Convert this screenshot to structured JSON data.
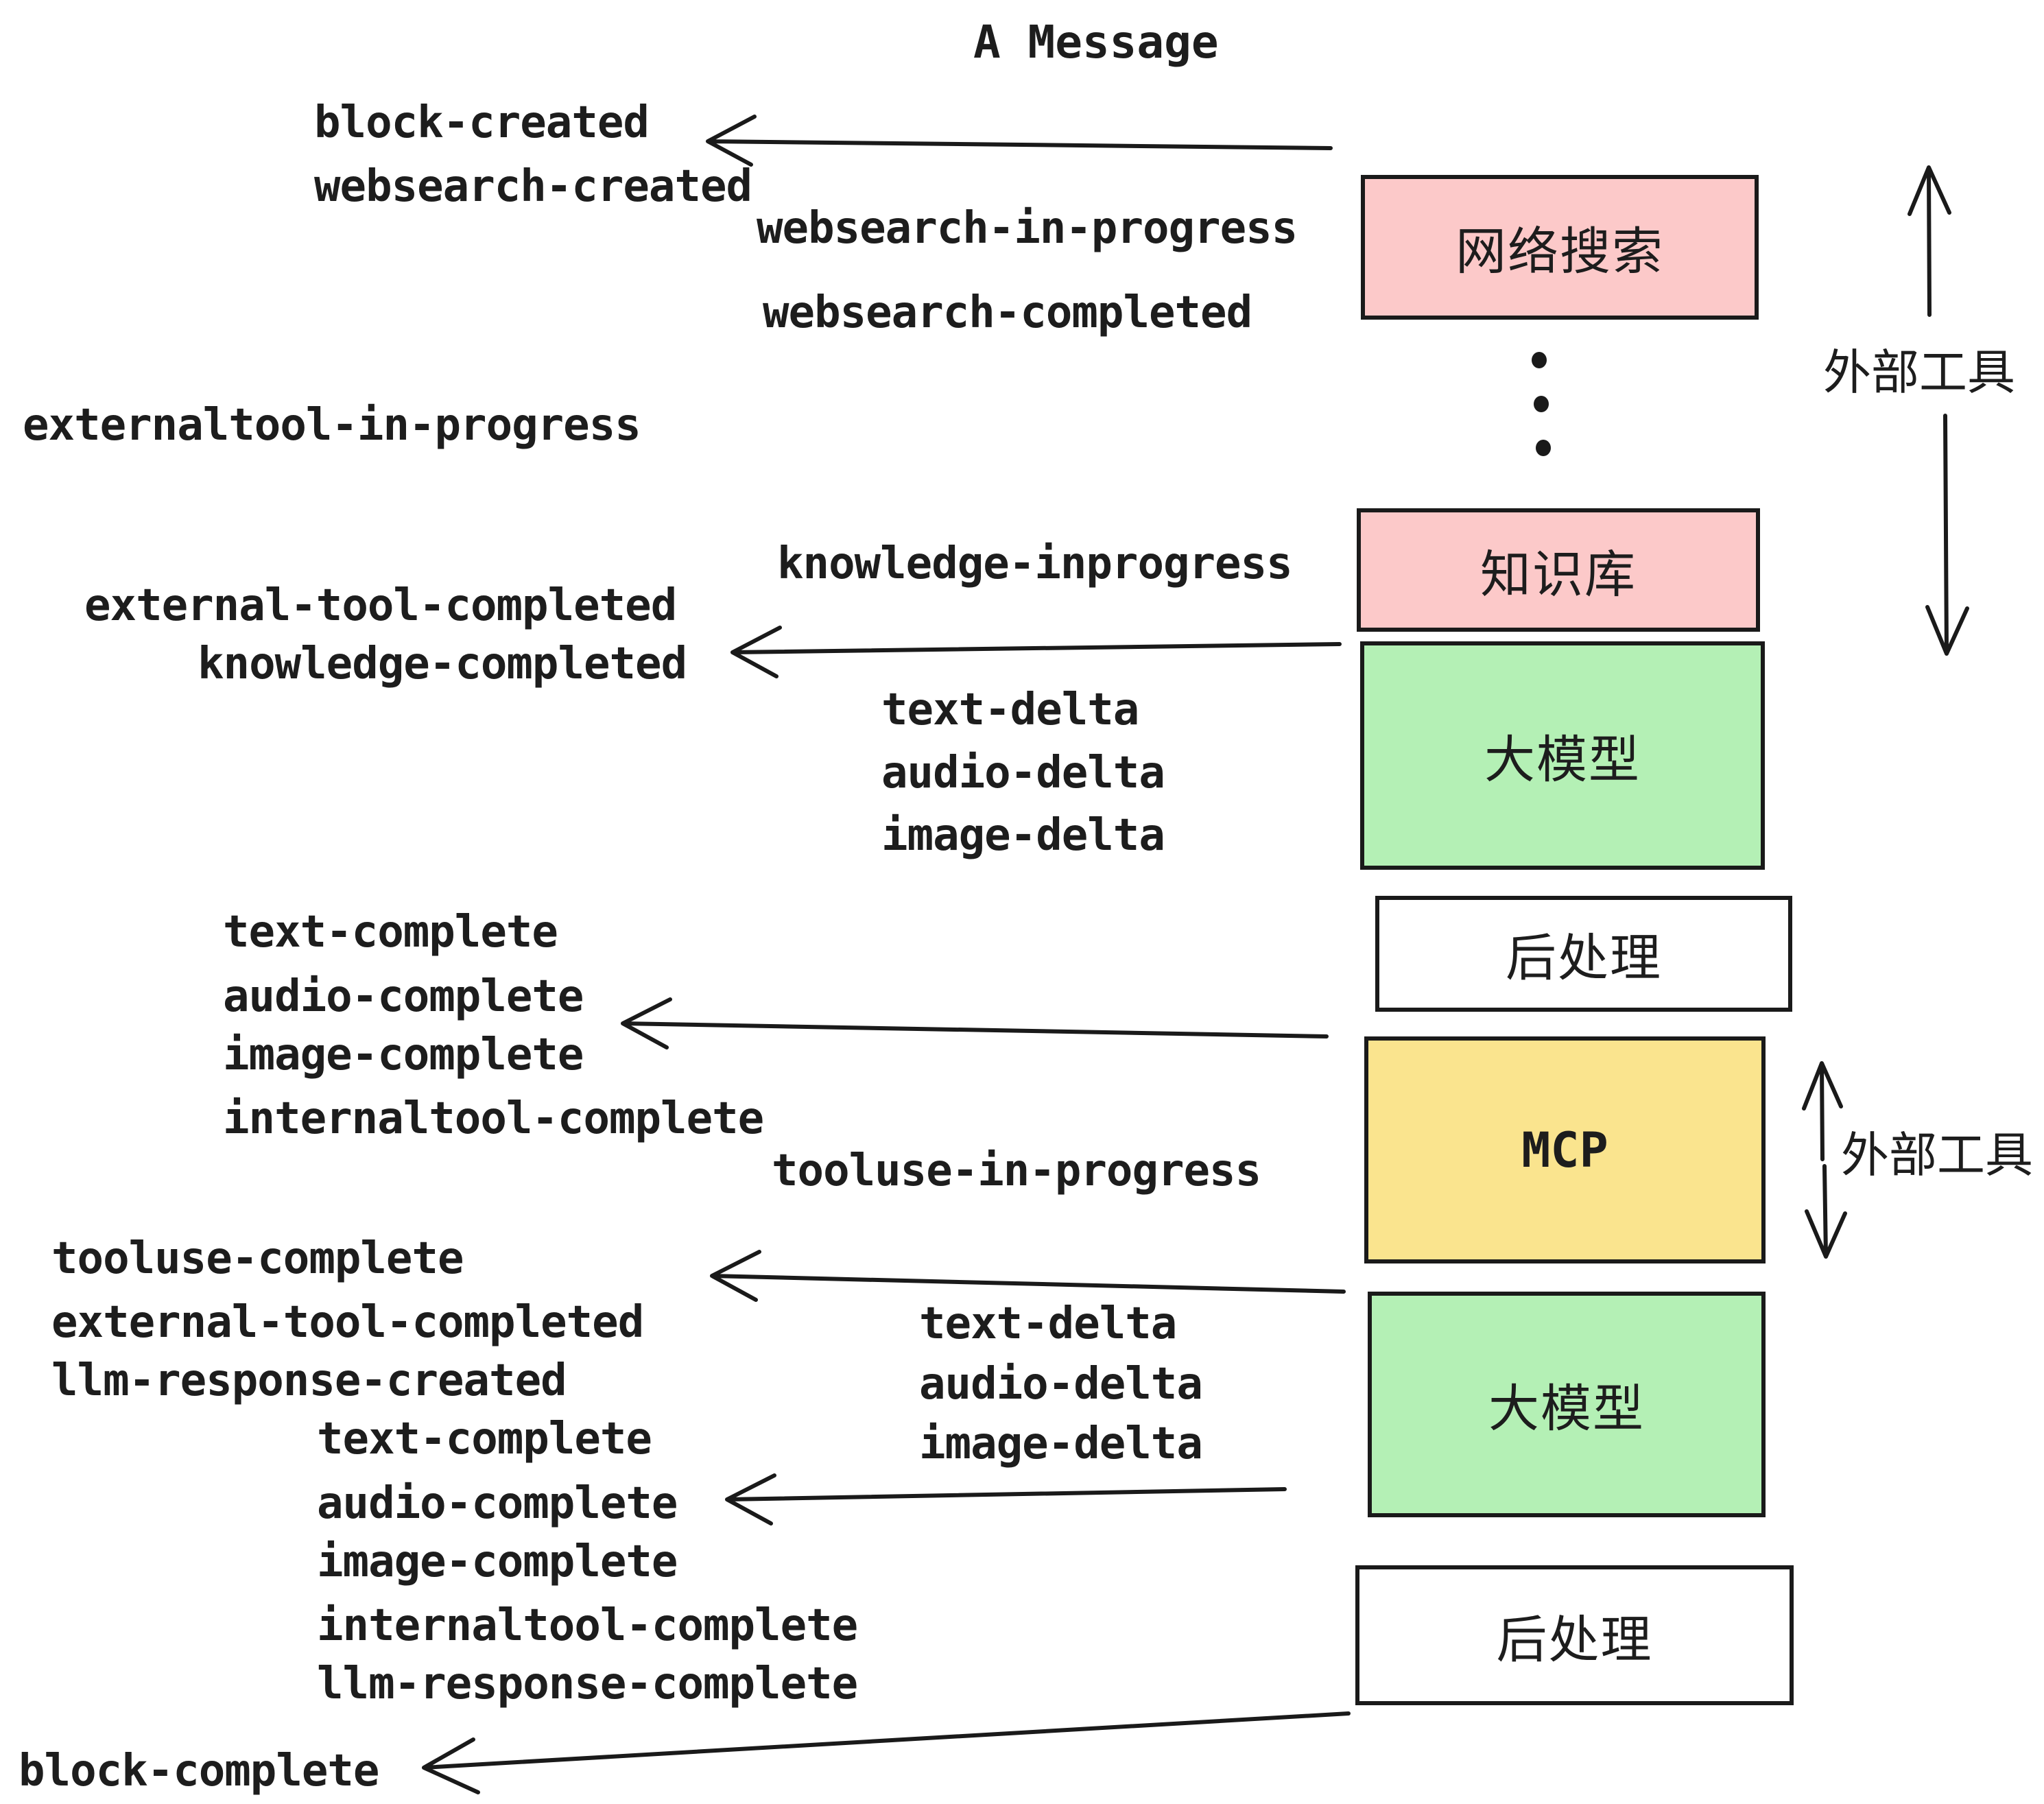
{
  "title": "A Message",
  "colors": {
    "box_pink": "#fcc9c9",
    "box_green": "#b4f0b5",
    "box_yellow": "#fae48e",
    "box_white": "#ffffff",
    "stroke": "#1a1a1a",
    "text": "#1d1d1d"
  },
  "boxes": [
    {
      "label": "网络搜索",
      "color": "pink"
    },
    {
      "label": "知识库",
      "color": "pink"
    },
    {
      "label": "大模型",
      "color": "green"
    },
    {
      "label": "后处理",
      "color": "white"
    },
    {
      "label": "MCP",
      "color": "yellow"
    },
    {
      "label": "大模型",
      "color": "green"
    },
    {
      "label": "后处理",
      "color": "white"
    }
  ],
  "side_labels": [
    {
      "text": "外部工具"
    },
    {
      "text": "外部工具"
    }
  ],
  "events": [
    "block-created",
    "websearch-created",
    "websearch-in-progress",
    "websearch-completed",
    "externaltool-in-progress",
    "knowledge-inprogress",
    "external-tool-completed",
    "knowledge-completed",
    "text-delta",
    "audio-delta",
    "image-delta",
    "text-complete",
    "audio-complete",
    "image-complete",
    "internaltool-complete",
    "tooluse-in-progress",
    "tooluse-complete",
    "external-tool-completed",
    "llm-response-created",
    "text-complete",
    "audio-complete",
    "image-complete",
    "internaltool-complete",
    "llm-response-complete",
    "block-complete"
  ]
}
